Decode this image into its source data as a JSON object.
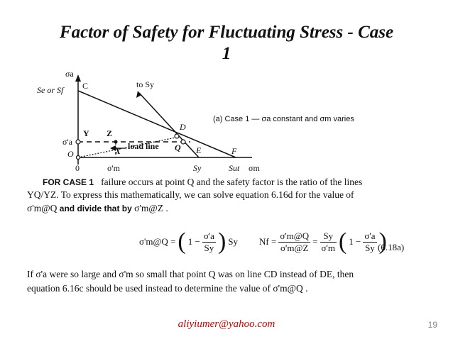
{
  "slide": {
    "title_line1": "Factor of Safety for Fluctuating Stress - Case",
    "title_line2": "1",
    "email": "aliyiumer@yahoo.com",
    "page_number": "19"
  },
  "diagram": {
    "y_axis_label": "σa",
    "se_label": "Se or Sf",
    "c_label": "C",
    "to_sy_label": "to Sy",
    "caption": "(a)  Case 1 — σa constant and σm varies",
    "d_label": "D",
    "y_label": "Y",
    "z_label": "Z",
    "sigma_a_prime": "σ'a",
    "load_line_label": "load line",
    "q_label": "Q",
    "e_label": "E",
    "f_label": "F",
    "o_label": "O",
    "x_label": "X",
    "zero_label": "0",
    "sigma_m_prime": "σ'm",
    "sy_label": "Sy",
    "sut_label": "Sut",
    "sigma_m_axis": "σm"
  },
  "text": {
    "case_heading": "FOR CASE 1",
    "para1_a": "failure occurs at point Q and the safety factor is the ratio of the lines",
    "para1_b": "YQ/YZ.  To express this mathematically, we can solve equation 6.16d for the value of",
    "para1_c_sym": "σ'm@Q",
    "para1_c": "and divide that by",
    "para1_c_sym2": "σ'm@Z .",
    "para2_a_pre": "If",
    "para2_a_sym1": "σ'a",
    "para2_a_mid": "were so large and",
    "para2_a_sym2": "σ'm",
    "para2_a_post": "so small that point Q was on line CD instead of DE, then",
    "para2_b": "equation 6.16c should be used instead to determine the value of",
    "para2_b_sym": "σ'm@Q ."
  },
  "equation": {
    "lhs": "σ'm@Q =",
    "one_minus": "1 −",
    "frac1_num": "σ'a",
    "frac1_den": "Sy",
    "sy_after": "Sy",
    "nf": "Nf =",
    "frac2_num": "σ'm@Q",
    "frac2_den": "σ'm@Z",
    "equals": "=",
    "frac3_num": "Sy",
    "frac3_den": "σ'm",
    "one_minus2": "1 −",
    "frac4_num": "σ'a",
    "frac4_den": "Sy",
    "eq_number": "(6.18a)"
  }
}
